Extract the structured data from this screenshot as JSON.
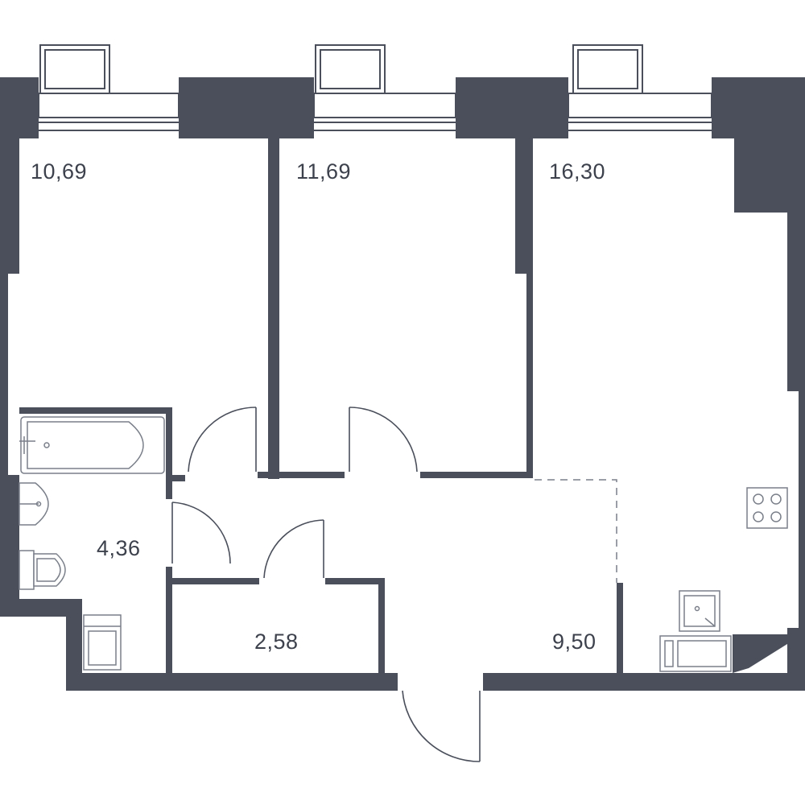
{
  "colors": {
    "wall": "#4a4f5b",
    "fixture": "#7a7f89",
    "text": "#3c414c",
    "background": "#ffffff"
  },
  "rooms": [
    {
      "id": "bedroom-left",
      "area": "10,69"
    },
    {
      "id": "bedroom-middle",
      "area": "11,69"
    },
    {
      "id": "living-room",
      "area": "16,30"
    },
    {
      "id": "bathroom",
      "area": "4,36"
    },
    {
      "id": "storage",
      "area": "2,58"
    },
    {
      "id": "hallway",
      "area": "9,50"
    }
  ],
  "icons": [
    "bathtub-icon",
    "sink-icon",
    "toilet-icon",
    "washing-machine-icon",
    "stove-icon",
    "kitchen-sink-icon",
    "fridge-icon"
  ]
}
